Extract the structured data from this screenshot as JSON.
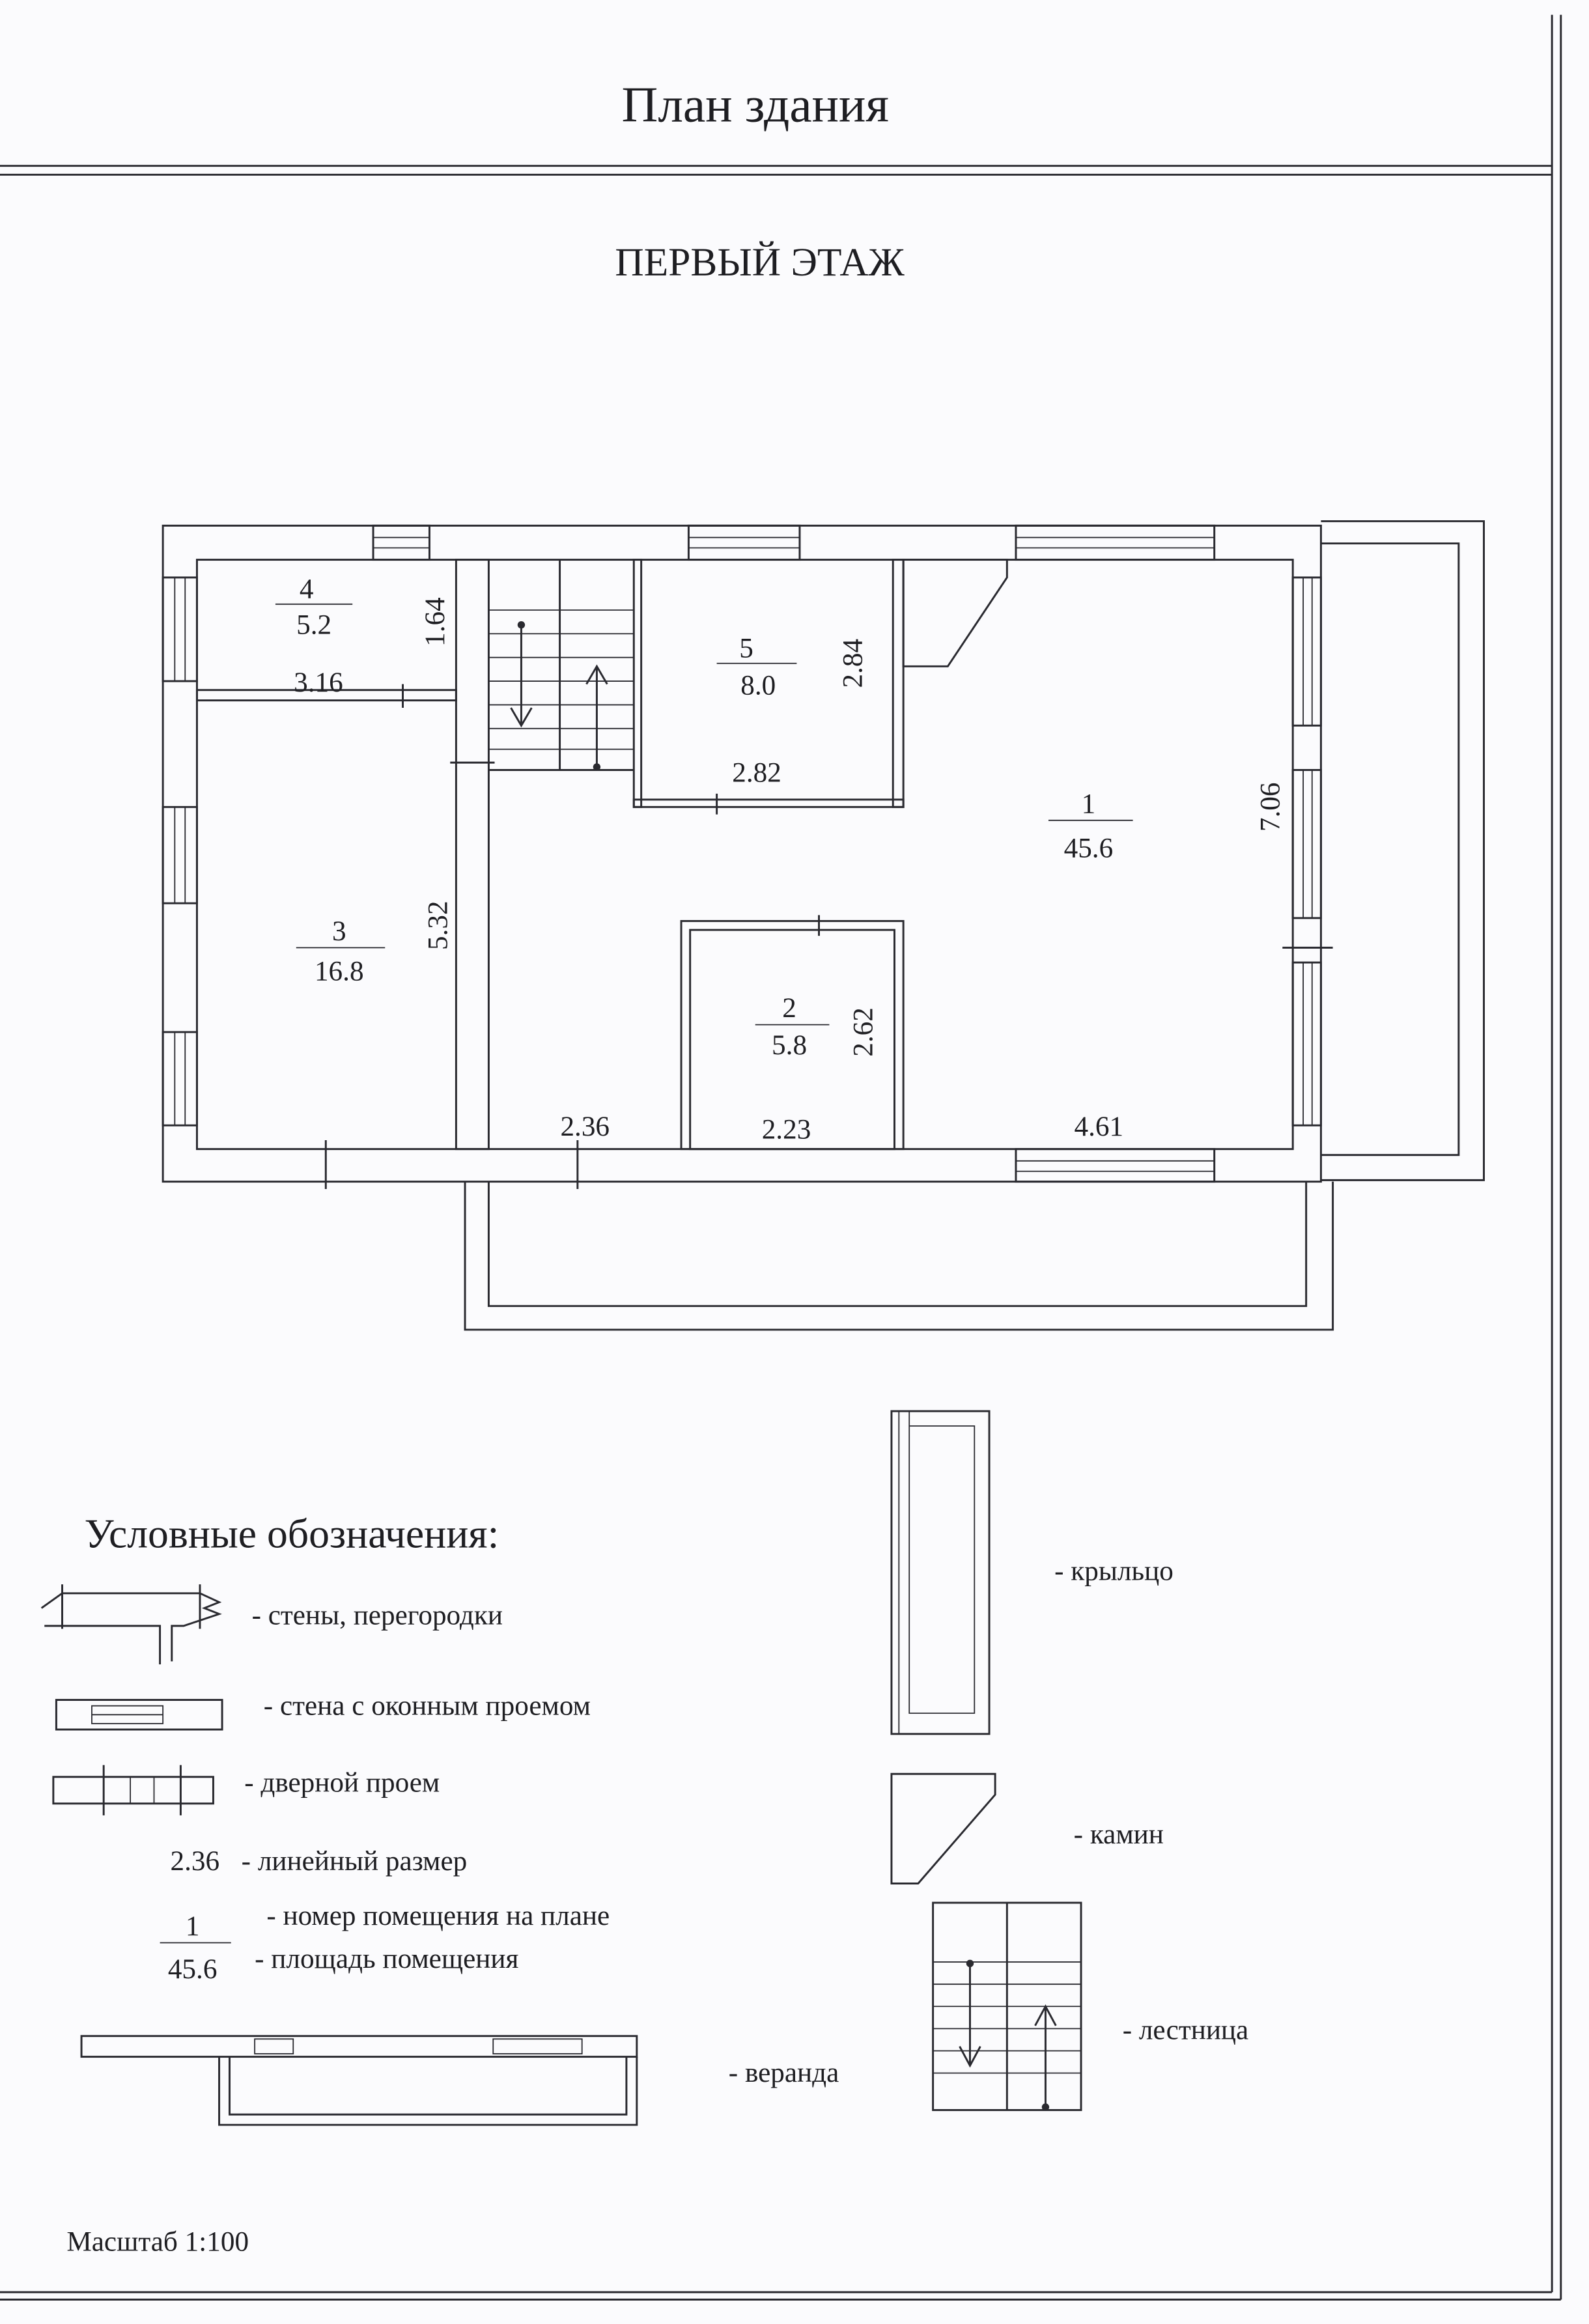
{
  "header": {
    "title": "План здания",
    "subtitle": "ПЕРВЫЙ ЭТАЖ"
  },
  "rooms": [
    {
      "number": "1",
      "area": "45.6"
    },
    {
      "number": "2",
      "area": "5.8"
    },
    {
      "number": "3",
      "area": "16.8"
    },
    {
      "number": "4",
      "area": "5.2"
    },
    {
      "number": "5",
      "area": "8.0"
    }
  ],
  "dimensions": {
    "d164": "1.64",
    "d316": "3.16",
    "d284": "2.84",
    "d282": "2.82",
    "d706": "7.06",
    "d532": "5.32",
    "d262": "2.62",
    "d236": "2.36",
    "d223": "2.23",
    "d461": "4.61"
  },
  "legend": {
    "title": "Условные обозначения:",
    "walls": "- стены, перегородки",
    "window_wall": "- стена с оконным проемом",
    "door": "- дверной проем",
    "dim_example": "2.36",
    "dim_label": "- линейный размер",
    "room_num_example": "1",
    "room_area_example": "45.6",
    "room_num_label": "- номер помещения на плане",
    "room_area_label": "- площадь помещения",
    "veranda": "- веранда",
    "porch": "- крыльцо",
    "fireplace": "- камин",
    "stairs": "- лестница"
  },
  "scale": "Масштаб 1:100"
}
